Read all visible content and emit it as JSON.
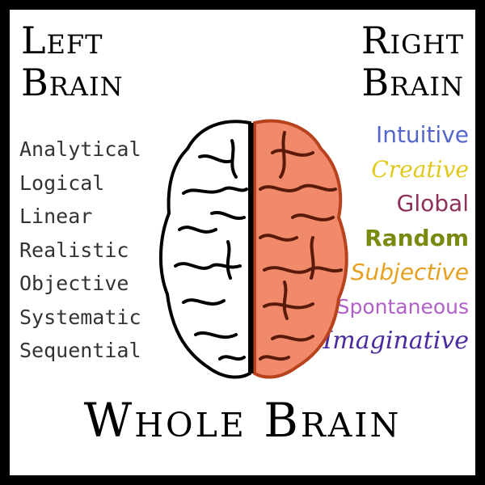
{
  "left": {
    "title_line1": "Left",
    "title_line2": "Brain",
    "traits": [
      "Analytical",
      "Logical",
      "Linear",
      "Realistic",
      "Objective",
      "Systematic",
      "Sequential"
    ]
  },
  "right": {
    "title_line1": "Right",
    "title_line2": "Brain",
    "traits": [
      {
        "label": "Intuitive",
        "color": "#5566cc"
      },
      {
        "label": "Creative",
        "color": "#e0c81a"
      },
      {
        "label": "Global",
        "color": "#8e2f5a"
      },
      {
        "label": "Random",
        "color": "#7a8a10"
      },
      {
        "label": "Subjective",
        "color": "#e8a020"
      },
      {
        "label": "Spontaneous",
        "color": "#b060c8"
      },
      {
        "label": "Imaginative",
        "color": "#4a2aa0"
      }
    ]
  },
  "bottom_title": "Whole Brain",
  "colors": {
    "border": "#000000",
    "right_hemisphere": "#f08a6a",
    "left_hemisphere": "#ffffff"
  }
}
